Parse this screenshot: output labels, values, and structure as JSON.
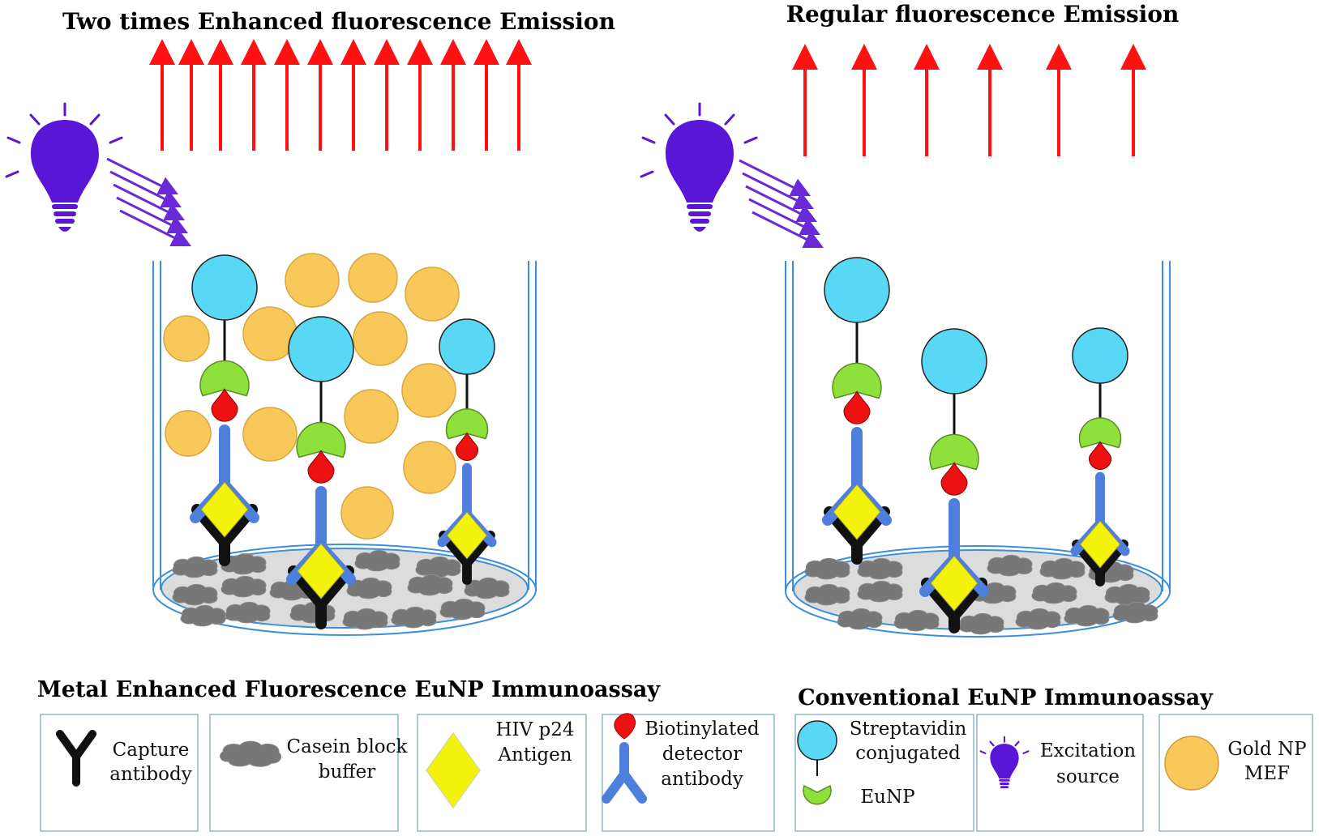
{
  "panels": {
    "left": {
      "emission_title": "Two times Enhanced fluorescence Emission",
      "assay_title": "Metal Enhanced Fluorescence EuNP Immunoassay"
    },
    "right": {
      "emission_title": "Regular fluorescence Emission",
      "assay_title": "Conventional EuNP Immunoassay"
    }
  },
  "legend": {
    "capture": [
      "Capture",
      "antibody"
    ],
    "casein": [
      "Casein block",
      "buffer"
    ],
    "antigen": [
      "HIV p24",
      "Antigen"
    ],
    "detector": [
      "Biotinylated",
      "detector",
      "antibody"
    ],
    "eunp": [
      "Streptavidin",
      "conjugated",
      "EuNP"
    ],
    "excitation": [
      "Excitation",
      "source"
    ],
    "gold": [
      "Gold NP",
      "MEF"
    ]
  },
  "colors": {
    "streptavidin": "#59d8f5",
    "eunp": "#8ee03a",
    "biotin": "#ee1111",
    "detector_antibody": "#4f7fdc",
    "capture_antibody": "#111111",
    "antigen": "#f2f20a",
    "gold_np": "#f8c95a",
    "casein": "#777777",
    "emission_arrow": "#ff1111",
    "bulb": "#5a16d6",
    "excitation_ray": "#6a2ad8",
    "well_wall": "#3b8fd9"
  }
}
